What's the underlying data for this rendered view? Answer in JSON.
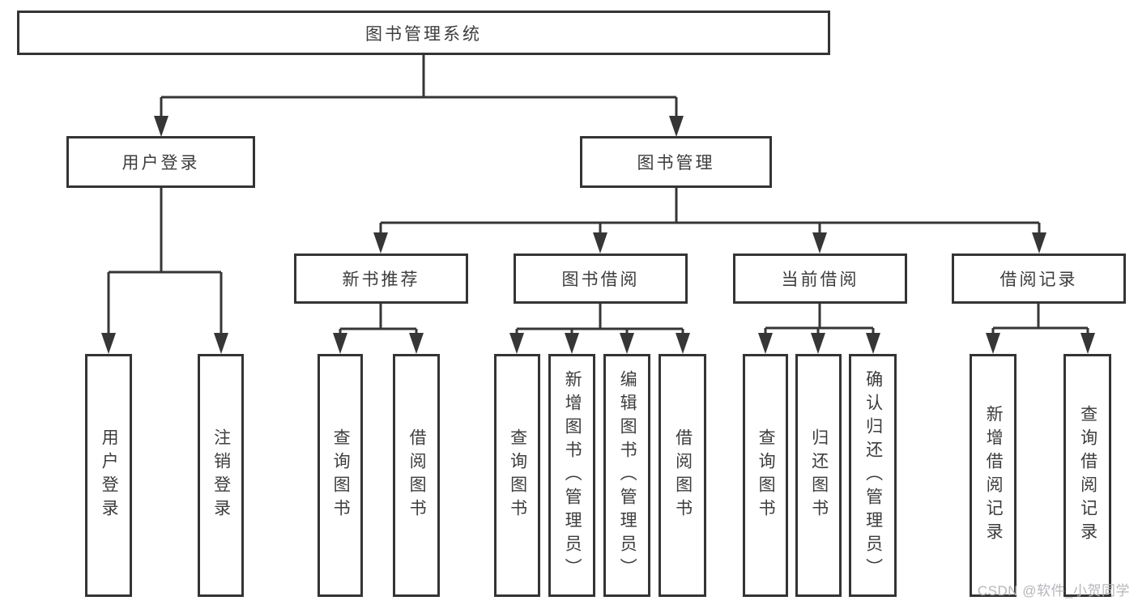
{
  "diagram": {
    "type": "hierarchy-tree",
    "colors": {
      "line": "#363636",
      "box_border": "#343434",
      "text": "#3d3d3d",
      "background": "#ffffff",
      "watermark": "#b5b5bc"
    },
    "tree": {
      "root": {
        "label": "图书管理系统",
        "children": [
          {
            "label": "用户登录",
            "children": [
              {
                "label": "用户登录"
              },
              {
                "label": "注销登录"
              }
            ]
          },
          {
            "label": "图书管理",
            "children": [
              {
                "label": "新书推荐",
                "children": [
                  {
                    "label": "查询图书"
                  },
                  {
                    "label": "借阅图书"
                  }
                ]
              },
              {
                "label": "图书借阅",
                "children": [
                  {
                    "label": "查询图书"
                  },
                  {
                    "label": "新增图书（管理员）"
                  },
                  {
                    "label": "编辑图书（管理员）"
                  },
                  {
                    "label": "借阅图书"
                  }
                ]
              },
              {
                "label": "当前借阅",
                "children": [
                  {
                    "label": "查询图书"
                  },
                  {
                    "label": "归还图书"
                  },
                  {
                    "label": "确认归还（管理员）"
                  }
                ]
              },
              {
                "label": "借阅记录",
                "children": [
                  {
                    "label": "新增借阅记录"
                  },
                  {
                    "label": "查询借阅记录"
                  }
                ]
              }
            ]
          }
        ]
      }
    },
    "watermark": {
      "text": "CSDN @软件_小贺同学"
    }
  }
}
